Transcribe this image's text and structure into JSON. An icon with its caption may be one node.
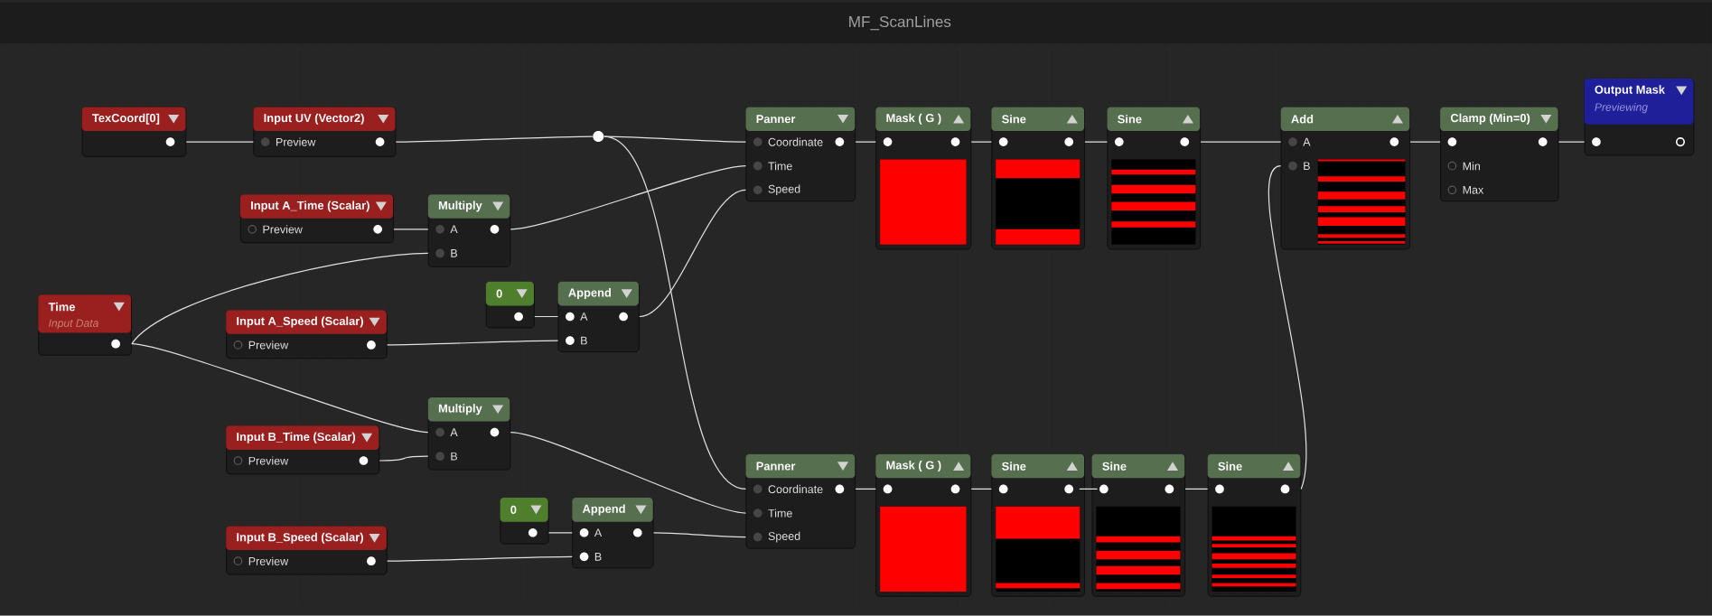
{
  "diagram": {
    "title": "MF_ScanLines",
    "nodes": [
      {
        "text": [
          "TexCoord[0]"
        ]
      },
      {
        "text": [
          "Input UV (Vector2)",
          "Preview"
        ]
      },
      {
        "text": [
          "Input A_Time (Scalar)",
          "Preview"
        ]
      },
      {
        "text": [
          "Multiply",
          "A",
          "B"
        ]
      },
      {
        "text": [
          "Time",
          "Input Data"
        ]
      },
      {
        "text": [
          "Input A_Speed (Scalar)",
          "Preview"
        ]
      },
      {
        "text": [
          "0"
        ]
      },
      {
        "text": [
          "Append",
          "A",
          "B"
        ]
      },
      {
        "text": [
          "Multiply",
          "A",
          "B"
        ]
      },
      {
        "text": [
          "Input B_Time (Scalar)",
          "Preview"
        ]
      },
      {
        "text": [
          "0"
        ]
      },
      {
        "text": [
          "Append",
          "A",
          "B"
        ]
      },
      {
        "text": [
          "Input B_Speed (Scalar)",
          "Preview"
        ]
      },
      {
        "text": [
          "Panner",
          "Coordinate",
          "Time",
          "Speed"
        ]
      },
      {
        "text": [
          "Mask ( G )"
        ]
      },
      {
        "text": [
          "Sine"
        ]
      },
      {
        "text": [
          "Sine"
        ]
      },
      {
        "text": [
          "Add",
          "A",
          "B"
        ]
      },
      {
        "text": [
          "Clamp (Min=0)",
          "Min",
          "Max"
        ]
      },
      {
        "text": [
          "Output Mask",
          "Previewing"
        ]
      },
      {
        "text": [
          "Panner",
          "Coordinate",
          "Time",
          "Speed"
        ]
      },
      {
        "text": [
          "Mask ( G )"
        ]
      },
      {
        "text": [
          "Sine"
        ]
      },
      {
        "text": [
          "Sine"
        ]
      },
      {
        "text": [
          "Sine"
        ]
      },
      {
        "text": [],
        "shape": "circle"
      }
    ],
    "edges": [
      {
        "from": 0,
        "to": 1,
        "arrow": "none"
      },
      {
        "from": 1,
        "to": 25,
        "arrow": "none"
      },
      {
        "from": 25,
        "to": 13,
        "arrow": "none"
      },
      {
        "from": 25,
        "to": 20,
        "arrow": "none"
      },
      {
        "from": 2,
        "to": 3,
        "arrow": "none"
      },
      {
        "from": 4,
        "to": 3,
        "arrow": "none"
      },
      {
        "from": 3,
        "to": 13,
        "arrow": "none"
      },
      {
        "from": 6,
        "to": 7,
        "arrow": "none"
      },
      {
        "from": 5,
        "to": 7,
        "arrow": "none"
      },
      {
        "from": 7,
        "to": 13,
        "arrow": "none"
      },
      {
        "from": 4,
        "to": 8,
        "arrow": "none"
      },
      {
        "from": 9,
        "to": 8,
        "arrow": "none"
      },
      {
        "from": 8,
        "to": 20,
        "arrow": "none"
      },
      {
        "from": 10,
        "to": 11,
        "arrow": "none"
      },
      {
        "from": 12,
        "to": 11,
        "arrow": "none"
      },
      {
        "from": 11,
        "to": 20,
        "arrow": "none"
      },
      {
        "from": 13,
        "to": 14,
        "arrow": "none"
      },
      {
        "from": 14,
        "to": 15,
        "arrow": "none"
      },
      {
        "from": 15,
        "to": 16,
        "arrow": "none"
      },
      {
        "from": 16,
        "to": 17,
        "arrow": "none"
      },
      {
        "from": 20,
        "to": 21,
        "arrow": "none"
      },
      {
        "from": 21,
        "to": 22,
        "arrow": "none"
      },
      {
        "from": 22,
        "to": 23,
        "arrow": "none"
      },
      {
        "from": 23,
        "to": 24,
        "arrow": "none"
      },
      {
        "from": 24,
        "to": 17,
        "arrow": "none"
      },
      {
        "from": 17,
        "to": 18,
        "arrow": "none"
      },
      {
        "from": 18,
        "to": 19,
        "arrow": "none"
      }
    ]
  }
}
